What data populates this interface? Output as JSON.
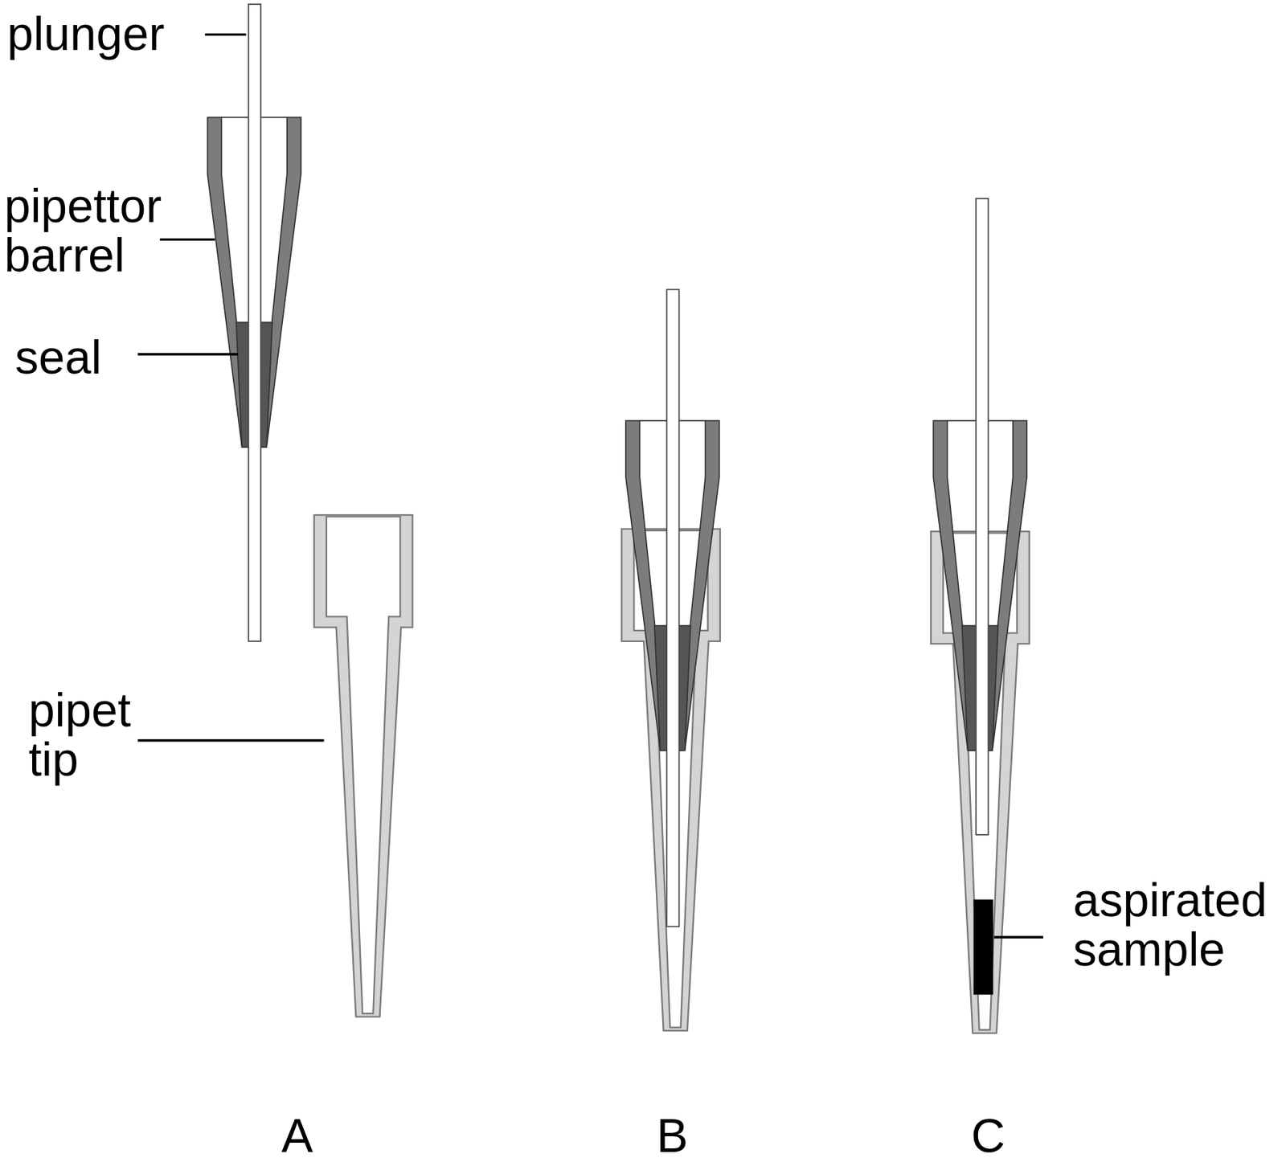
{
  "diagram": {
    "labels": [
      "plunger",
      "pipettor barrel",
      "seal",
      "pipet tip",
      "aspirated sample",
      "A",
      "B",
      "C"
    ]
  }
}
